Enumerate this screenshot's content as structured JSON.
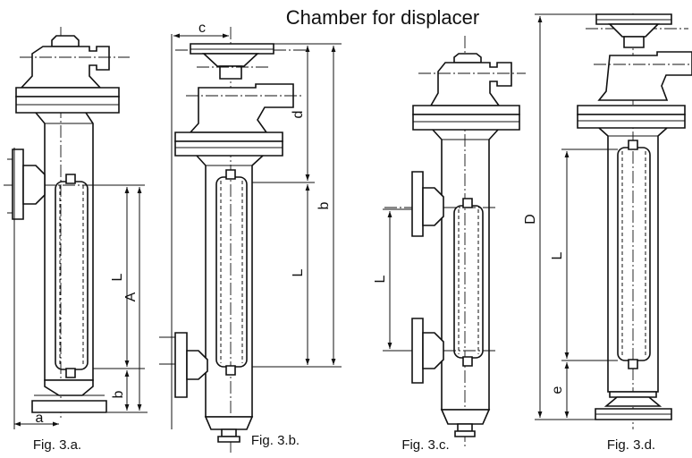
{
  "title": "Chamber for displacer",
  "figures": [
    {
      "id": "3a",
      "caption": "Fig. 3.a.",
      "dimension_labels": [
        "A",
        "L",
        "a",
        "b"
      ]
    },
    {
      "id": "3b",
      "caption": "Fig. 3.b.",
      "dimension_labels": [
        "c",
        "d",
        "b",
        "L"
      ]
    },
    {
      "id": "3c",
      "caption": "Fig. 3.c.",
      "dimension_labels": [
        "L"
      ]
    },
    {
      "id": "3d",
      "caption": "Fig. 3.d.",
      "dimension_labels": [
        "D",
        "L",
        "e"
      ]
    }
  ]
}
